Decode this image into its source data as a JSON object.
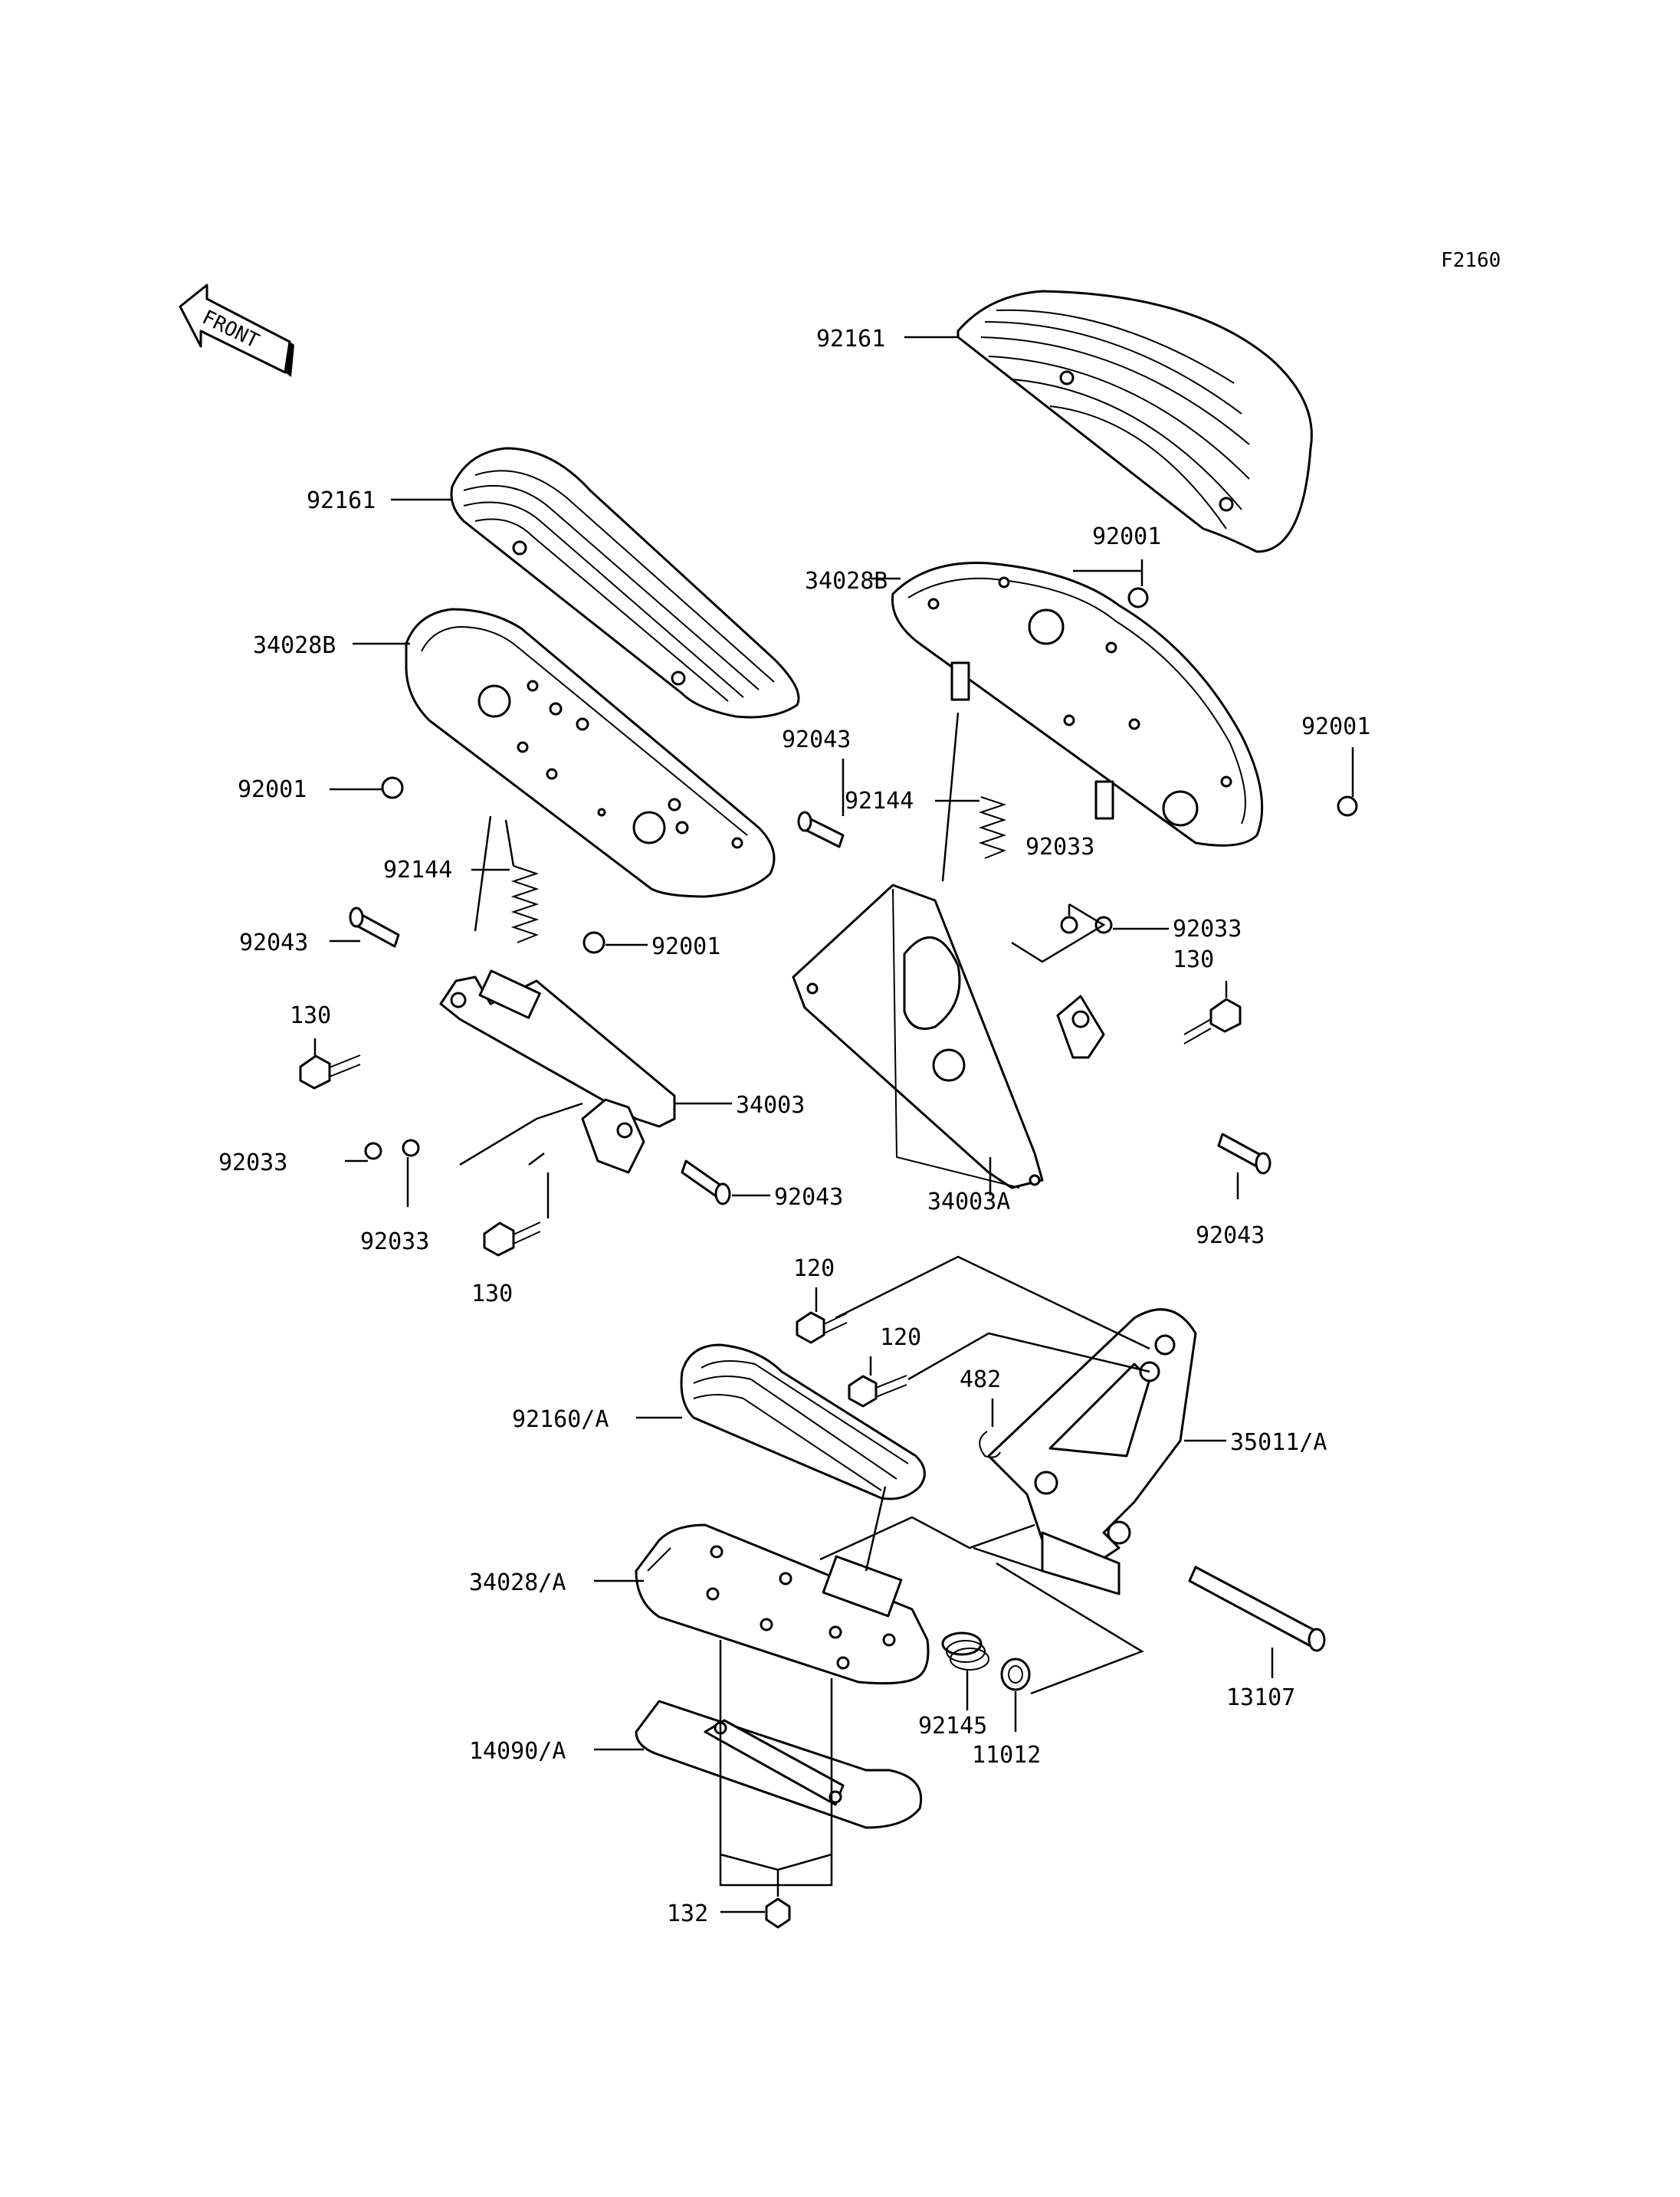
{
  "figure_id": "F2160",
  "front_label": "FRONT",
  "labels": {
    "l92161_a": "92161",
    "l92161_b": "92161",
    "l34028B_a": "34028B",
    "l34028B_b": "34028B",
    "l92001_a": "92001",
    "l92001_b": "92001",
    "l92001_c": "92001",
    "l92001_d": "92001",
    "l92144_a": "92144",
    "l92144_b": "92144",
    "l92043_a": "92043",
    "l92043_b": "92043",
    "l92043_c": "92043",
    "l92043_d": "92043",
    "l130_a": "130",
    "l130_b": "130",
    "l130_c": "130",
    "l34003": "34003",
    "l34003A": "34003A",
    "l92033_a": "92033",
    "l92033_b": "92033",
    "l92033_c": "92033",
    "l92033_d": "92033",
    "l120_a": "120",
    "l120_b": "120",
    "l482": "482",
    "l92160A": "92160/A",
    "l35011A": "35011/A",
    "l34028A": "34028/A",
    "l92145": "92145",
    "l11012": "11012",
    "l13107": "13107",
    "l14090A": "14090/A",
    "l132": "132"
  }
}
